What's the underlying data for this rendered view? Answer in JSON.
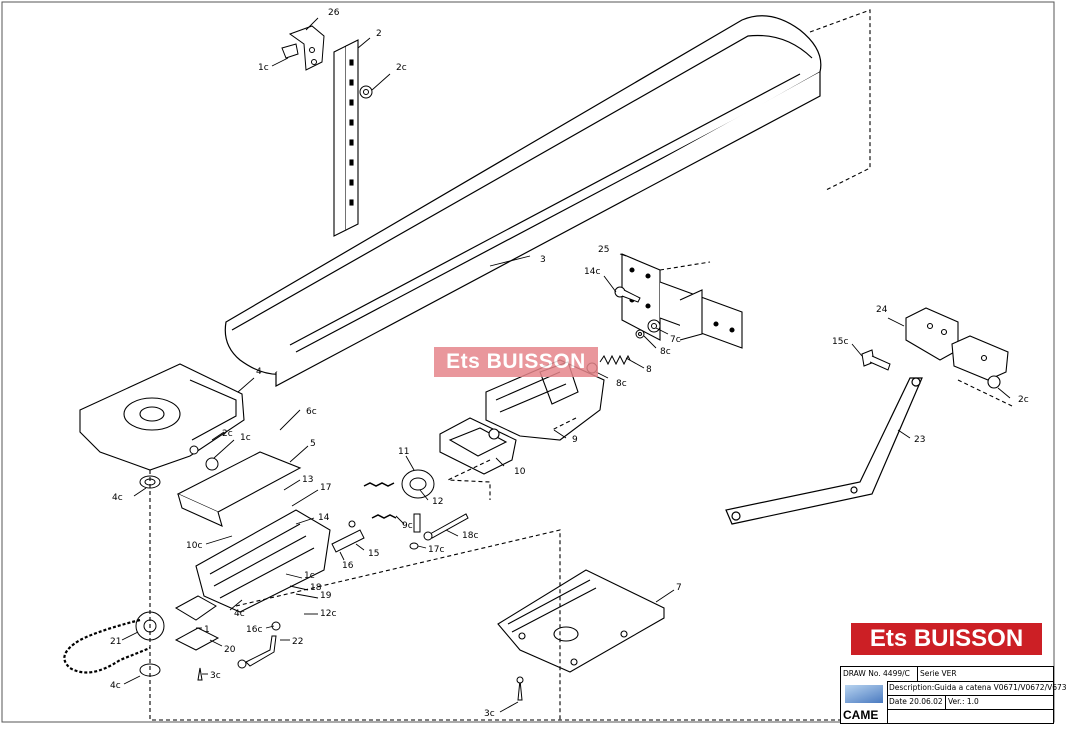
{
  "watermark": "Ets BUISSON",
  "brand_logo": "Ets BUISSON",
  "title_block": {
    "draw_no": "DRAW No. 4499/C",
    "serie": "Serie  VER",
    "description": "Description:Guida a catena V0671/V0672/V673",
    "date": "Date 20.06.02",
    "version": "Ver.: 1.0",
    "maker": "CAME"
  },
  "callouts": {
    "c26": "26",
    "c2": "2",
    "c1c_top": "1c",
    "c2c_top": "2c",
    "c3": "3",
    "c25": "25",
    "c14c": "14c",
    "c7c": "7c",
    "c8c_a": "8c",
    "c8": "8",
    "c8c_b": "8c",
    "c24": "24",
    "c15c": "15c",
    "c2c_right": "2c",
    "c23": "23",
    "c9": "9",
    "c10": "10",
    "c4": "4",
    "c2c_left": "2c",
    "c1c_left": "1c",
    "c4c_top": "4c",
    "c6c": "6c",
    "c5": "5",
    "c11": "11",
    "c12": "12",
    "c13": "13",
    "c17": "17",
    "c14": "14",
    "c10c": "10c",
    "c9c": "9c",
    "c18c": "18c",
    "c16": "16",
    "c15": "15",
    "c17c": "17c",
    "c7": "7",
    "c1c_mid": "1c",
    "c18": "18",
    "c19": "19",
    "c4c_mid": "4c",
    "c12c": "12c",
    "c16c": "16c",
    "c1": "1",
    "c22": "22",
    "c21": "21",
    "c20": "20",
    "c3c_a": "3c",
    "c4c_bot": "4c",
    "c3c_b": "3c"
  }
}
